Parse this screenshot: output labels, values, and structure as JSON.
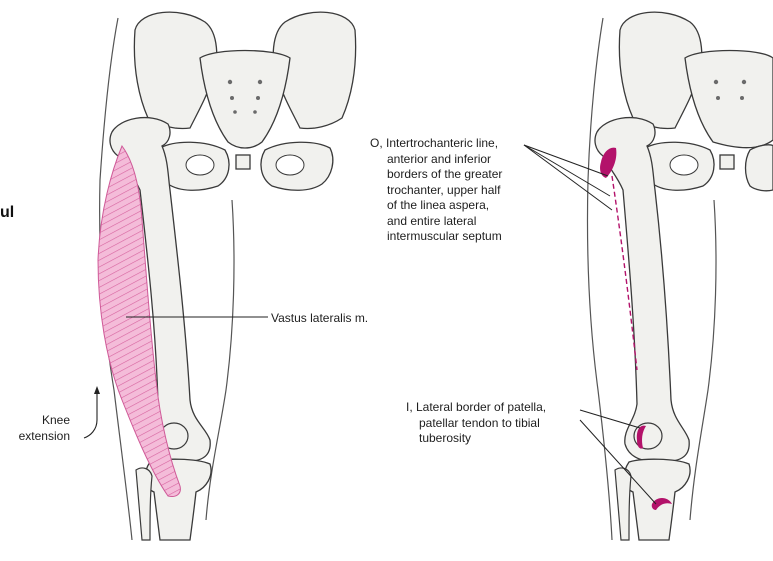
{
  "labels": {
    "origin": [
      "O, Intertrochanteric line,",
      "anterior and inferior",
      "borders of the greater",
      "trochanter, upper half",
      "of the linea aspera,",
      "and entire lateral",
      "intermuscular septum"
    ],
    "insertion": [
      "I, Lateral border of patella,",
      "patellar tendon to tibial",
      "tuberosity"
    ],
    "muscle_name": "Vastus lateralis m.",
    "action": [
      "Knee",
      "extension"
    ],
    "edge_fragment": "ul"
  },
  "colors": {
    "muscle": "#e58cbf",
    "attachment": "#b3126a",
    "bone": "#f1f1ee",
    "bone_outline": "#3a3a3a",
    "skin_outline": "#555555",
    "leader_line": "#222222"
  }
}
